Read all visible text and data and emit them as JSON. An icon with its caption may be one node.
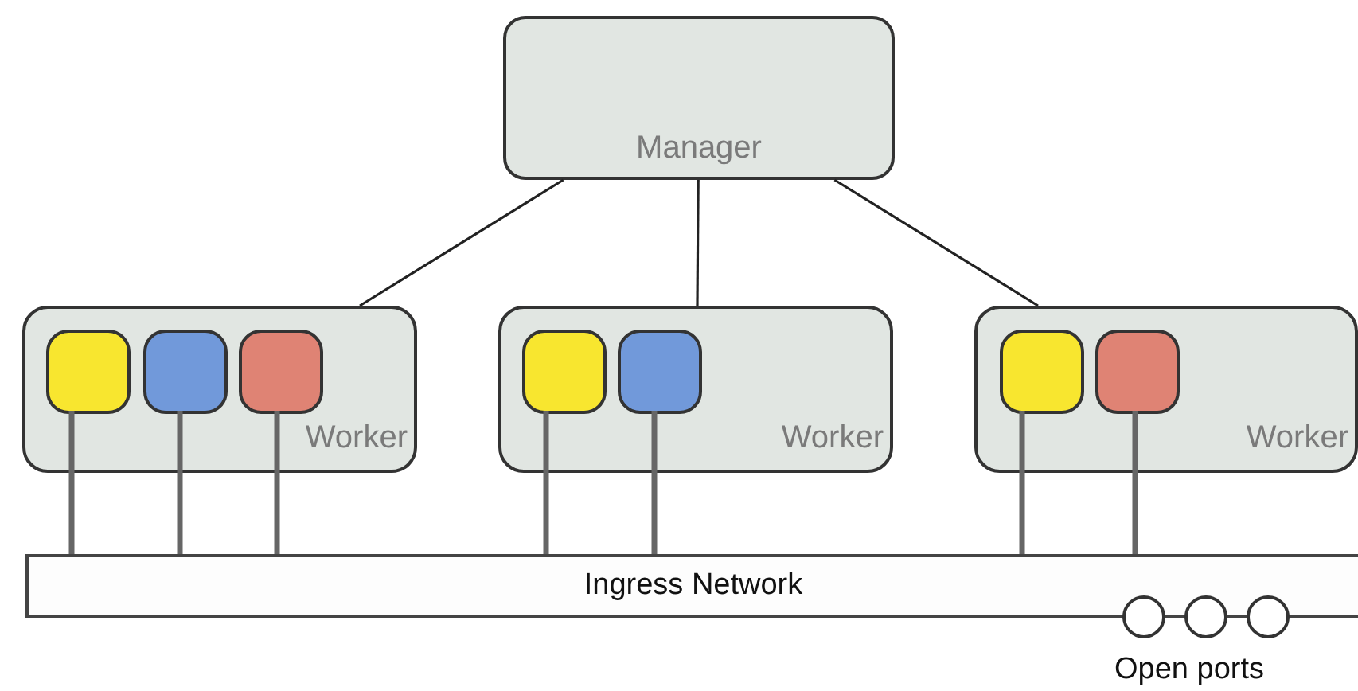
{
  "diagram": {
    "nodes": [
      {
        "text": [
          "Manager"
        ]
      },
      {
        "text": [
          "Worker"
        ]
      },
      {
        "text": [
          "Worker"
        ]
      },
      {
        "text": [
          "Worker"
        ]
      },
      {
        "text": [],
        "shape": "box",
        "in": 1
      },
      {
        "text": [],
        "shape": "box",
        "in": 1
      },
      {
        "text": [],
        "shape": "box",
        "in": 1
      },
      {
        "text": [],
        "shape": "box",
        "in": 2
      },
      {
        "text": [],
        "shape": "box",
        "in": 2
      },
      {
        "text": [],
        "shape": "box",
        "in": 3
      },
      {
        "text": [],
        "shape": "box",
        "in": 3
      },
      {
        "text": [
          "Ingress Network"
        ]
      },
      {
        "text": [],
        "shape": "circle"
      },
      {
        "text": [],
        "shape": "circle"
      },
      {
        "text": [],
        "shape": "circle"
      }
    ],
    "edges": [
      {
        "from": 0,
        "to": 1,
        "arrow": "none"
      },
      {
        "from": 0,
        "to": 2,
        "arrow": "none"
      },
      {
        "from": 0,
        "to": 3,
        "arrow": "none"
      },
      {
        "from": 4,
        "to": 11,
        "arrow": "none"
      },
      {
        "from": 5,
        "to": 11,
        "arrow": "none"
      },
      {
        "from": 6,
        "to": 11,
        "arrow": "none"
      },
      {
        "from": 7,
        "to": 11,
        "arrow": "none"
      },
      {
        "from": 8,
        "to": 11,
        "arrow": "none"
      },
      {
        "from": 9,
        "to": 11,
        "arrow": "none"
      },
      {
        "from": 10,
        "to": 11,
        "arrow": "none"
      }
    ],
    "labels": [
      "Open ports"
    ]
  }
}
